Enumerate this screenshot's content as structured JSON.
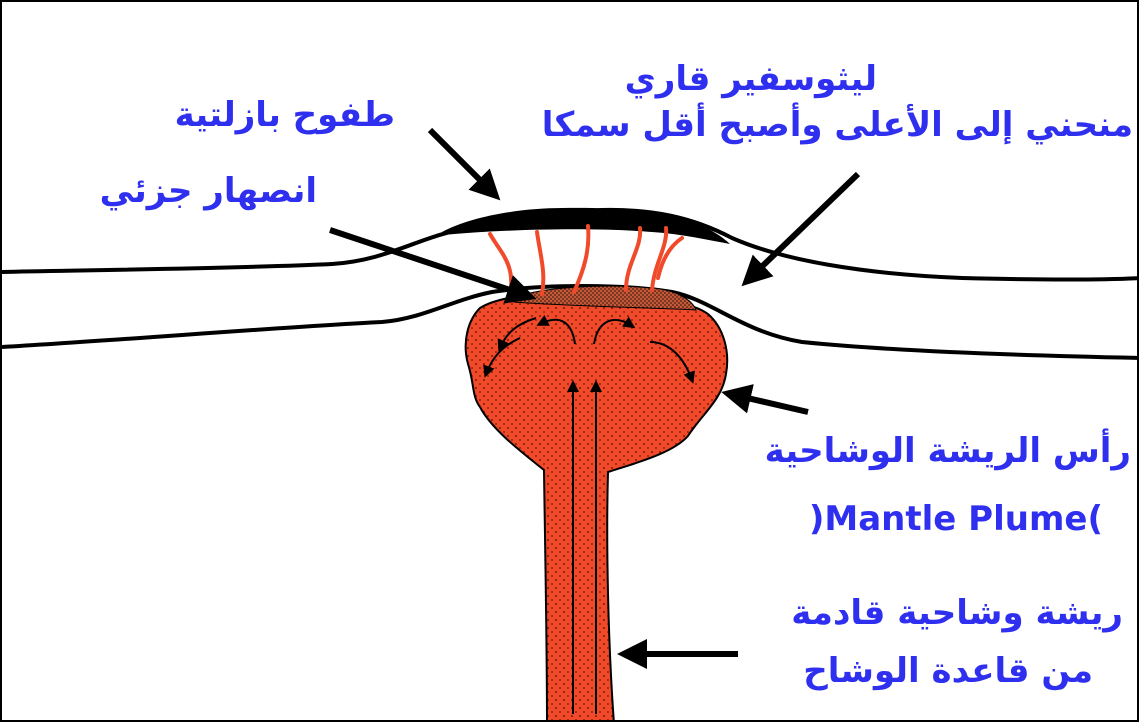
{
  "colors": {
    "label": "#2f2ff0",
    "plume": "#f04a2a",
    "plume_dots": "#7a1a08",
    "basalt": "#000000",
    "melt": "#6a2a18",
    "outline": "#000000"
  },
  "labels": {
    "basalt_flows": "طفوح بازلتية",
    "lithosphere_title": "ليثوسفير قاري",
    "lithosphere_desc": "منحني إلى الأعلى وأصبح أقل سمكا",
    "partial_melting": "انصهار جزئي",
    "plume_head": "رأس الريشة الوشاحية",
    "plume_head_en": ")Mantle Plume(",
    "plume_tail_line1": "ريشة وشاحية قادمة",
    "plume_tail_line2": "من قاعدة الوشاح"
  }
}
